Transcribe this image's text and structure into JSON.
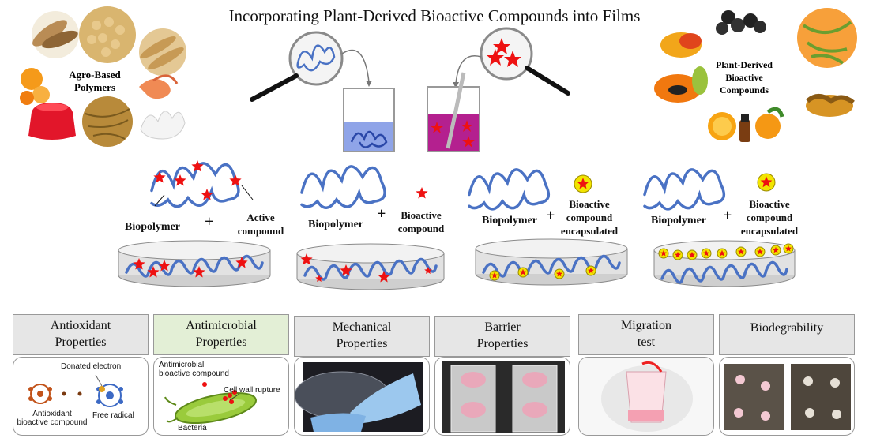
{
  "title": "Incorporating Plant-Derived Bioactive Compounds into Films",
  "left_cluster": {
    "label_line1": "Agro-Based",
    "label_line2": "Polymers",
    "items": [
      "sweet-potatoes",
      "soybeans",
      "wheat",
      "oranges",
      "shrimp",
      "red-gelatin",
      "straw-fibers",
      "milk-splash"
    ]
  },
  "right_cluster": {
    "label_line1": "Plant-Derived",
    "label_line2": "Bioactive",
    "label_line3": "Compounds",
    "items": [
      "blackberries",
      "mango",
      "carrot-peels",
      "papaya",
      "turmeric",
      "orange",
      "essential-oil-bottle"
    ]
  },
  "approaches": [
    {
      "left": "Biopolymer",
      "right_lines": [
        "Active",
        "compound"
      ],
      "style": "embedded-stars"
    },
    {
      "left": "Biopolymer",
      "right_lines": [
        "Bioactive",
        "compound"
      ],
      "style": "free-star"
    },
    {
      "left": "Biopolymer",
      "right_lines": [
        "Bioactive",
        "compound",
        "encapsulated"
      ],
      "style": "capsule-mixed"
    },
    {
      "left": "Biopolymer",
      "right_lines": [
        "Bioactive",
        "compound",
        "encapsulated"
      ],
      "style": "capsule-surface"
    }
  ],
  "plus": "+",
  "properties": [
    {
      "line1": "Antioxidant",
      "line2": "Properties"
    },
    {
      "line1": "Antimicrobial",
      "line2": "Properties"
    },
    {
      "line1": "Mechanical",
      "line2": "Properties"
    },
    {
      "line1": "Barrier",
      "line2": "Properties"
    },
    {
      "line1": "Migration",
      "line2": "test"
    },
    {
      "line1": "Biodegrability",
      "line2": ""
    }
  ],
  "antioxidant_panel": {
    "donated": "Donated electron",
    "antioxidant_line1": "Antioxidant",
    "antioxidant_line2": "bioactive compound",
    "free_radical": "Free radical"
  },
  "antimicrobial_panel": {
    "compound_line1": "Antimicrobial",
    "compound_line2": "bioactive compound",
    "rupture": "Cell wall rupture",
    "bacteria": "Bacteria"
  },
  "colors": {
    "polymer": "#4a72c4",
    "star": "#ee1111",
    "capsule": "#f2e400",
    "header_bg": "#e6e6e6",
    "green_header_bg": "#e3efd6",
    "blue_liquid": "#8fa4e8",
    "purple_liquid": "#b4208f"
  }
}
